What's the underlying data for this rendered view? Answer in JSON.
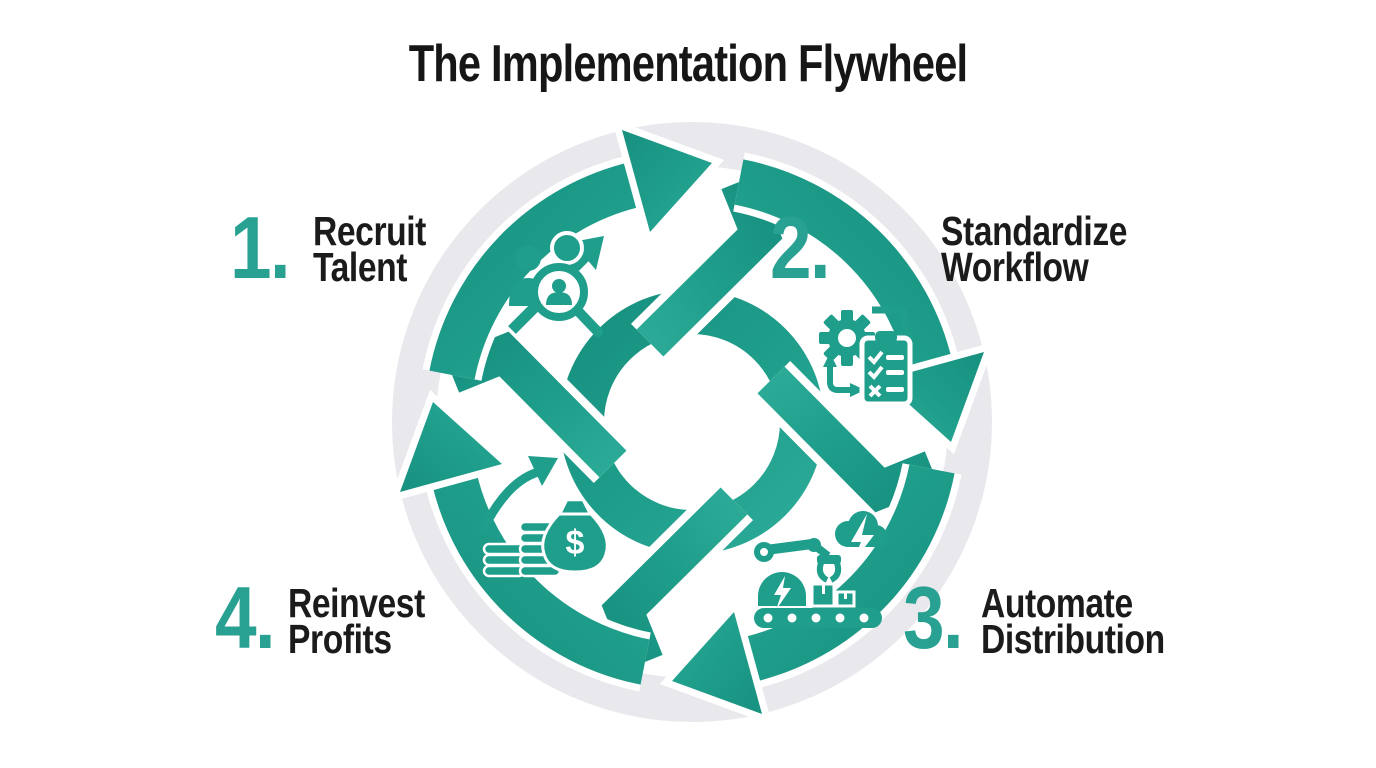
{
  "title": "The Implementation Flywheel",
  "colors": {
    "accent_teal": "#1f9e8c",
    "accent_teal_light": "#28ab96",
    "outer_ring_gray": "#e9e9ed",
    "text_black": "#1b1b1b",
    "background": "#ffffff"
  },
  "flywheel": {
    "direction": "clockwise",
    "segments_count": 4,
    "center_icon_names": [
      "recruit-talent-icon",
      "standardize-workflow-icon",
      "automate-distribution-icon",
      "reinvest-profits-icon"
    ]
  },
  "steps": [
    {
      "number": "1.",
      "line1": "Recruit",
      "line2": "Talent",
      "icon": "recruit-talent-icon"
    },
    {
      "number": "2.",
      "line1": "Standardize",
      "line2": "Workflow",
      "icon": "standardize-workflow-icon"
    },
    {
      "number": "3.",
      "line1": "Automate",
      "line2": "Distribution",
      "icon": "automate-distribution-icon"
    },
    {
      "number": "4.",
      "line1": "Reinvest",
      "line2": "Profits",
      "icon": "reinvest-profits-icon"
    }
  ]
}
